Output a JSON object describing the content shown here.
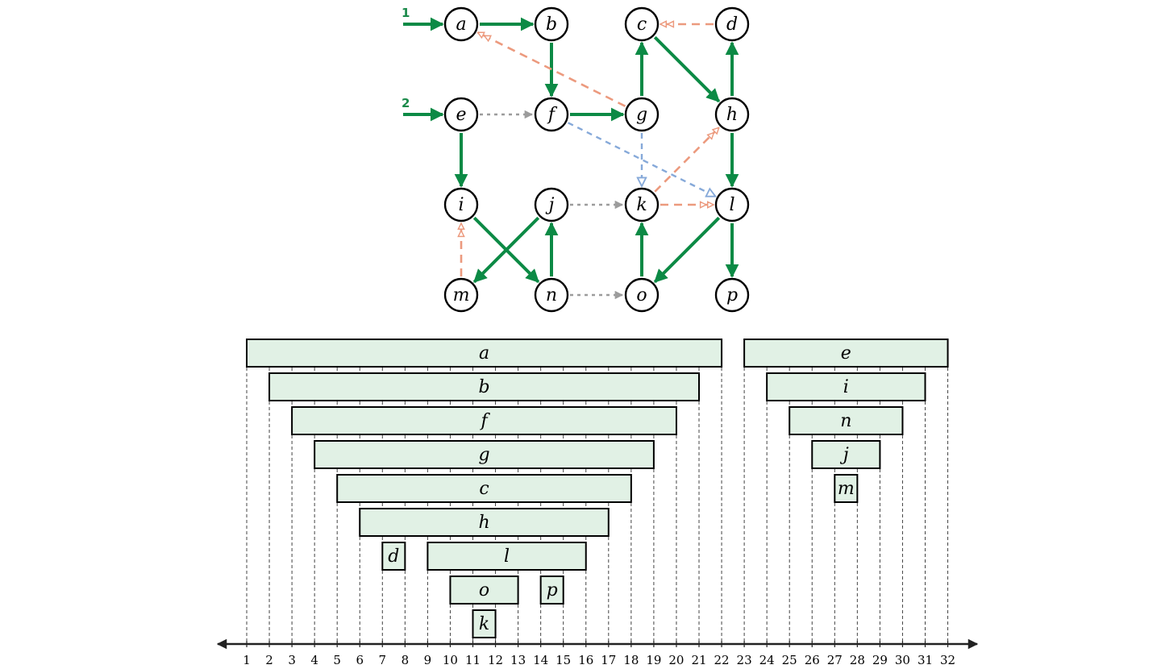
{
  "graph": {
    "nodes": [
      {
        "id": "a",
        "label": "a"
      },
      {
        "id": "b",
        "label": "b"
      },
      {
        "id": "c",
        "label": "c"
      },
      {
        "id": "d",
        "label": "d"
      },
      {
        "id": "e",
        "label": "e"
      },
      {
        "id": "f",
        "label": "f"
      },
      {
        "id": "g",
        "label": "g"
      },
      {
        "id": "h",
        "label": "h"
      },
      {
        "id": "i",
        "label": "i"
      },
      {
        "id": "j",
        "label": "j"
      },
      {
        "id": "k",
        "label": "k"
      },
      {
        "id": "l",
        "label": "l"
      },
      {
        "id": "m",
        "label": "m"
      },
      {
        "id": "n",
        "label": "n"
      },
      {
        "id": "o",
        "label": "o"
      },
      {
        "id": "p",
        "label": "p"
      }
    ],
    "start_markers": [
      {
        "label": "1",
        "to": "a"
      },
      {
        "label": "2",
        "to": "e"
      }
    ],
    "edges": [
      {
        "from": "a",
        "to": "b",
        "type": "tree"
      },
      {
        "from": "b",
        "to": "f",
        "type": "tree"
      },
      {
        "from": "f",
        "to": "g",
        "type": "tree"
      },
      {
        "from": "g",
        "to": "c",
        "type": "tree"
      },
      {
        "from": "c",
        "to": "h",
        "type": "tree"
      },
      {
        "from": "h",
        "to": "d",
        "type": "tree"
      },
      {
        "from": "h",
        "to": "l",
        "type": "tree"
      },
      {
        "from": "l",
        "to": "o",
        "type": "tree"
      },
      {
        "from": "l",
        "to": "p",
        "type": "tree"
      },
      {
        "from": "o",
        "to": "k",
        "type": "tree"
      },
      {
        "from": "e",
        "to": "i",
        "type": "tree"
      },
      {
        "from": "i",
        "to": "n",
        "type": "tree"
      },
      {
        "from": "n",
        "to": "j",
        "type": "tree"
      },
      {
        "from": "j",
        "to": "m",
        "type": "tree"
      },
      {
        "from": "g",
        "to": "a",
        "type": "back"
      },
      {
        "from": "d",
        "to": "c",
        "type": "back"
      },
      {
        "from": "k",
        "to": "h",
        "type": "back"
      },
      {
        "from": "k",
        "to": "l",
        "type": "back"
      },
      {
        "from": "m",
        "to": "i",
        "type": "back"
      },
      {
        "from": "f",
        "to": "l",
        "type": "forward"
      },
      {
        "from": "g",
        "to": "k",
        "type": "forward"
      },
      {
        "from": "e",
        "to": "f",
        "type": "cross"
      },
      {
        "from": "j",
        "to": "k",
        "type": "cross"
      },
      {
        "from": "n",
        "to": "o",
        "type": "cross"
      }
    ]
  },
  "intervals": [
    {
      "label": "a",
      "start": 1,
      "end": 22
    },
    {
      "label": "b",
      "start": 2,
      "end": 21
    },
    {
      "label": "f",
      "start": 3,
      "end": 20
    },
    {
      "label": "g",
      "start": 4,
      "end": 19
    },
    {
      "label": "c",
      "start": 5,
      "end": 18
    },
    {
      "label": "h",
      "start": 6,
      "end": 17
    },
    {
      "label": "d",
      "start": 7,
      "end": 8
    },
    {
      "label": "l",
      "start": 9,
      "end": 16
    },
    {
      "label": "o",
      "start": 10,
      "end": 13
    },
    {
      "label": "p",
      "start": 14,
      "end": 15
    },
    {
      "label": "k",
      "start": 11,
      "end": 12
    },
    {
      "label": "e",
      "start": 23,
      "end": 32
    },
    {
      "label": "i",
      "start": 24,
      "end": 31
    },
    {
      "label": "n",
      "start": 25,
      "end": 30
    },
    {
      "label": "j",
      "start": 26,
      "end": 29
    },
    {
      "label": "m",
      "start": 27,
      "end": 28
    }
  ],
  "axis": {
    "ticks": [
      "1",
      "2",
      "3",
      "4",
      "5",
      "6",
      "7",
      "8",
      "9",
      "10",
      "11",
      "12",
      "13",
      "14",
      "15",
      "16",
      "17",
      "18",
      "19",
      "20",
      "21",
      "22",
      "23",
      "24",
      "25",
      "26",
      "27",
      "28",
      "29",
      "30",
      "31",
      "32"
    ]
  }
}
